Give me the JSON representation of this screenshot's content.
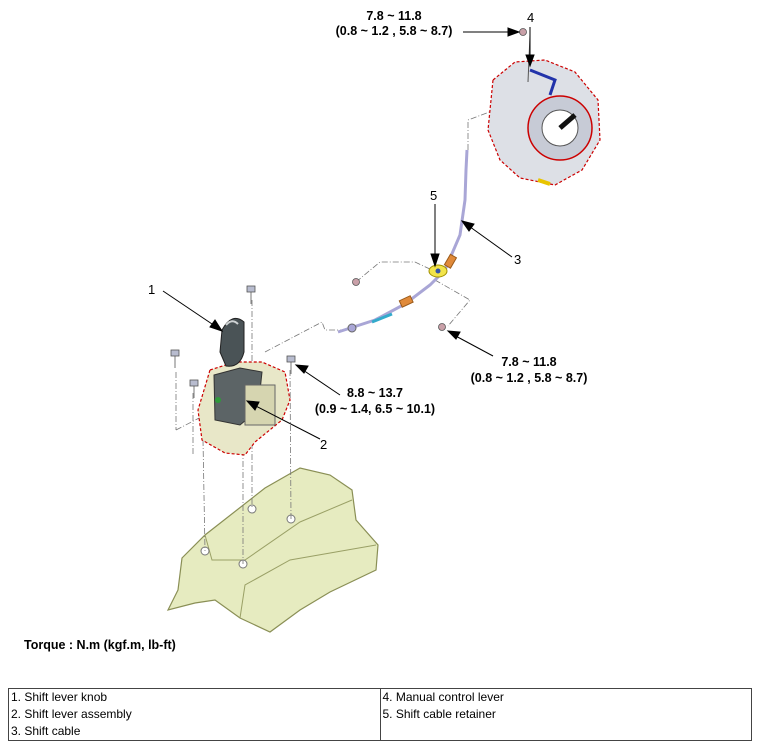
{
  "torques": {
    "top": {
      "line1": "7.8 ~ 11.8",
      "line2": "(0.8 ~ 1.2 , 5.8 ~ 8.7)"
    },
    "right": {
      "line1": "7.8 ~ 11.8",
      "line2": "(0.8 ~ 1.2 , 5.8 ~ 8.7)"
    },
    "lever": {
      "line1": "8.8 ~ 13.7",
      "line2": "(0.9 ~ 1.4, 6.5 ~ 10.1)"
    }
  },
  "callouts": {
    "c1": "1",
    "c2": "2",
    "c3": "3",
    "c4": "4",
    "c5": "5"
  },
  "torque_note": "Torque : N.m (kgf.m, lb-ft)",
  "legend": {
    "col1": [
      "1. Shift lever knob",
      "2. Shift lever assembly",
      "3. Shift cable"
    ],
    "col2": [
      "4. Manual control lever",
      "5. Shift cable retainer",
      ""
    ]
  },
  "colors": {
    "floor_panel": "#e6ebc0",
    "cable": "#a9a6d6",
    "housing_outline": "#cc0000",
    "retainer": "#f2e44a",
    "grommet": "#e08a3a"
  }
}
